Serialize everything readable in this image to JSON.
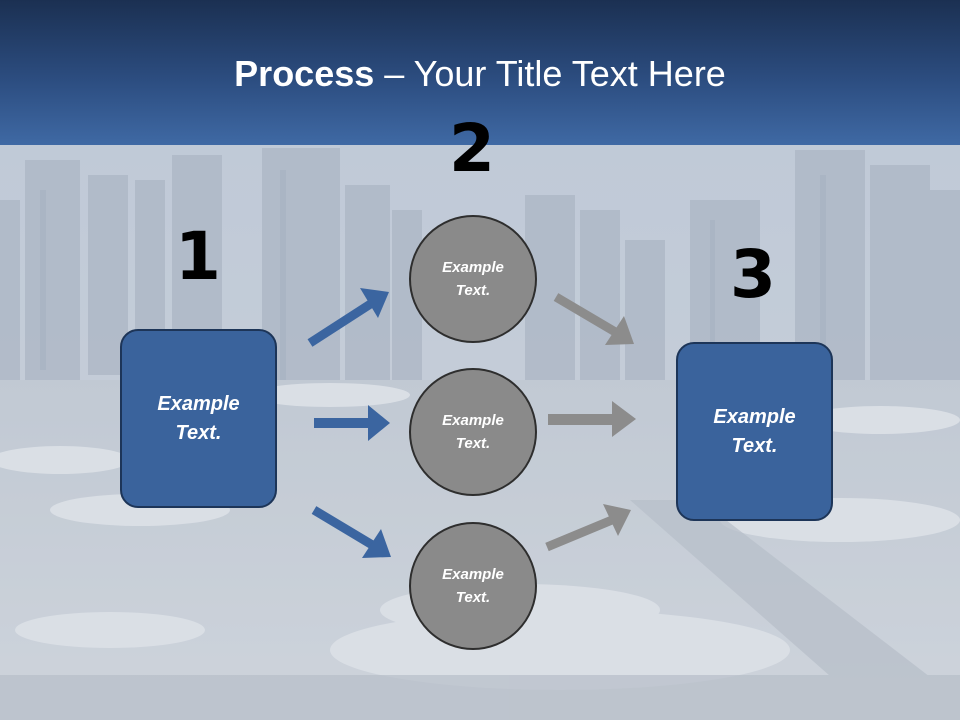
{
  "header": {
    "title_bold": "Process",
    "title_rest": " – Your Title Text Here"
  },
  "steps": [
    {
      "number": "1",
      "label": "Example Text."
    },
    {
      "number": "2",
      "label": "Example Text."
    },
    {
      "number": "3",
      "label": "Example Text."
    }
  ],
  "circles": [
    {
      "label": "Example Text."
    },
    {
      "label": "Example Text."
    },
    {
      "label": "Example Text."
    }
  ],
  "colors": {
    "box_fill": "#3a639c",
    "circle_fill": "#8a8a8a",
    "arrow_blue": "#3b65a0",
    "arrow_gray": "#8c8c8c"
  }
}
